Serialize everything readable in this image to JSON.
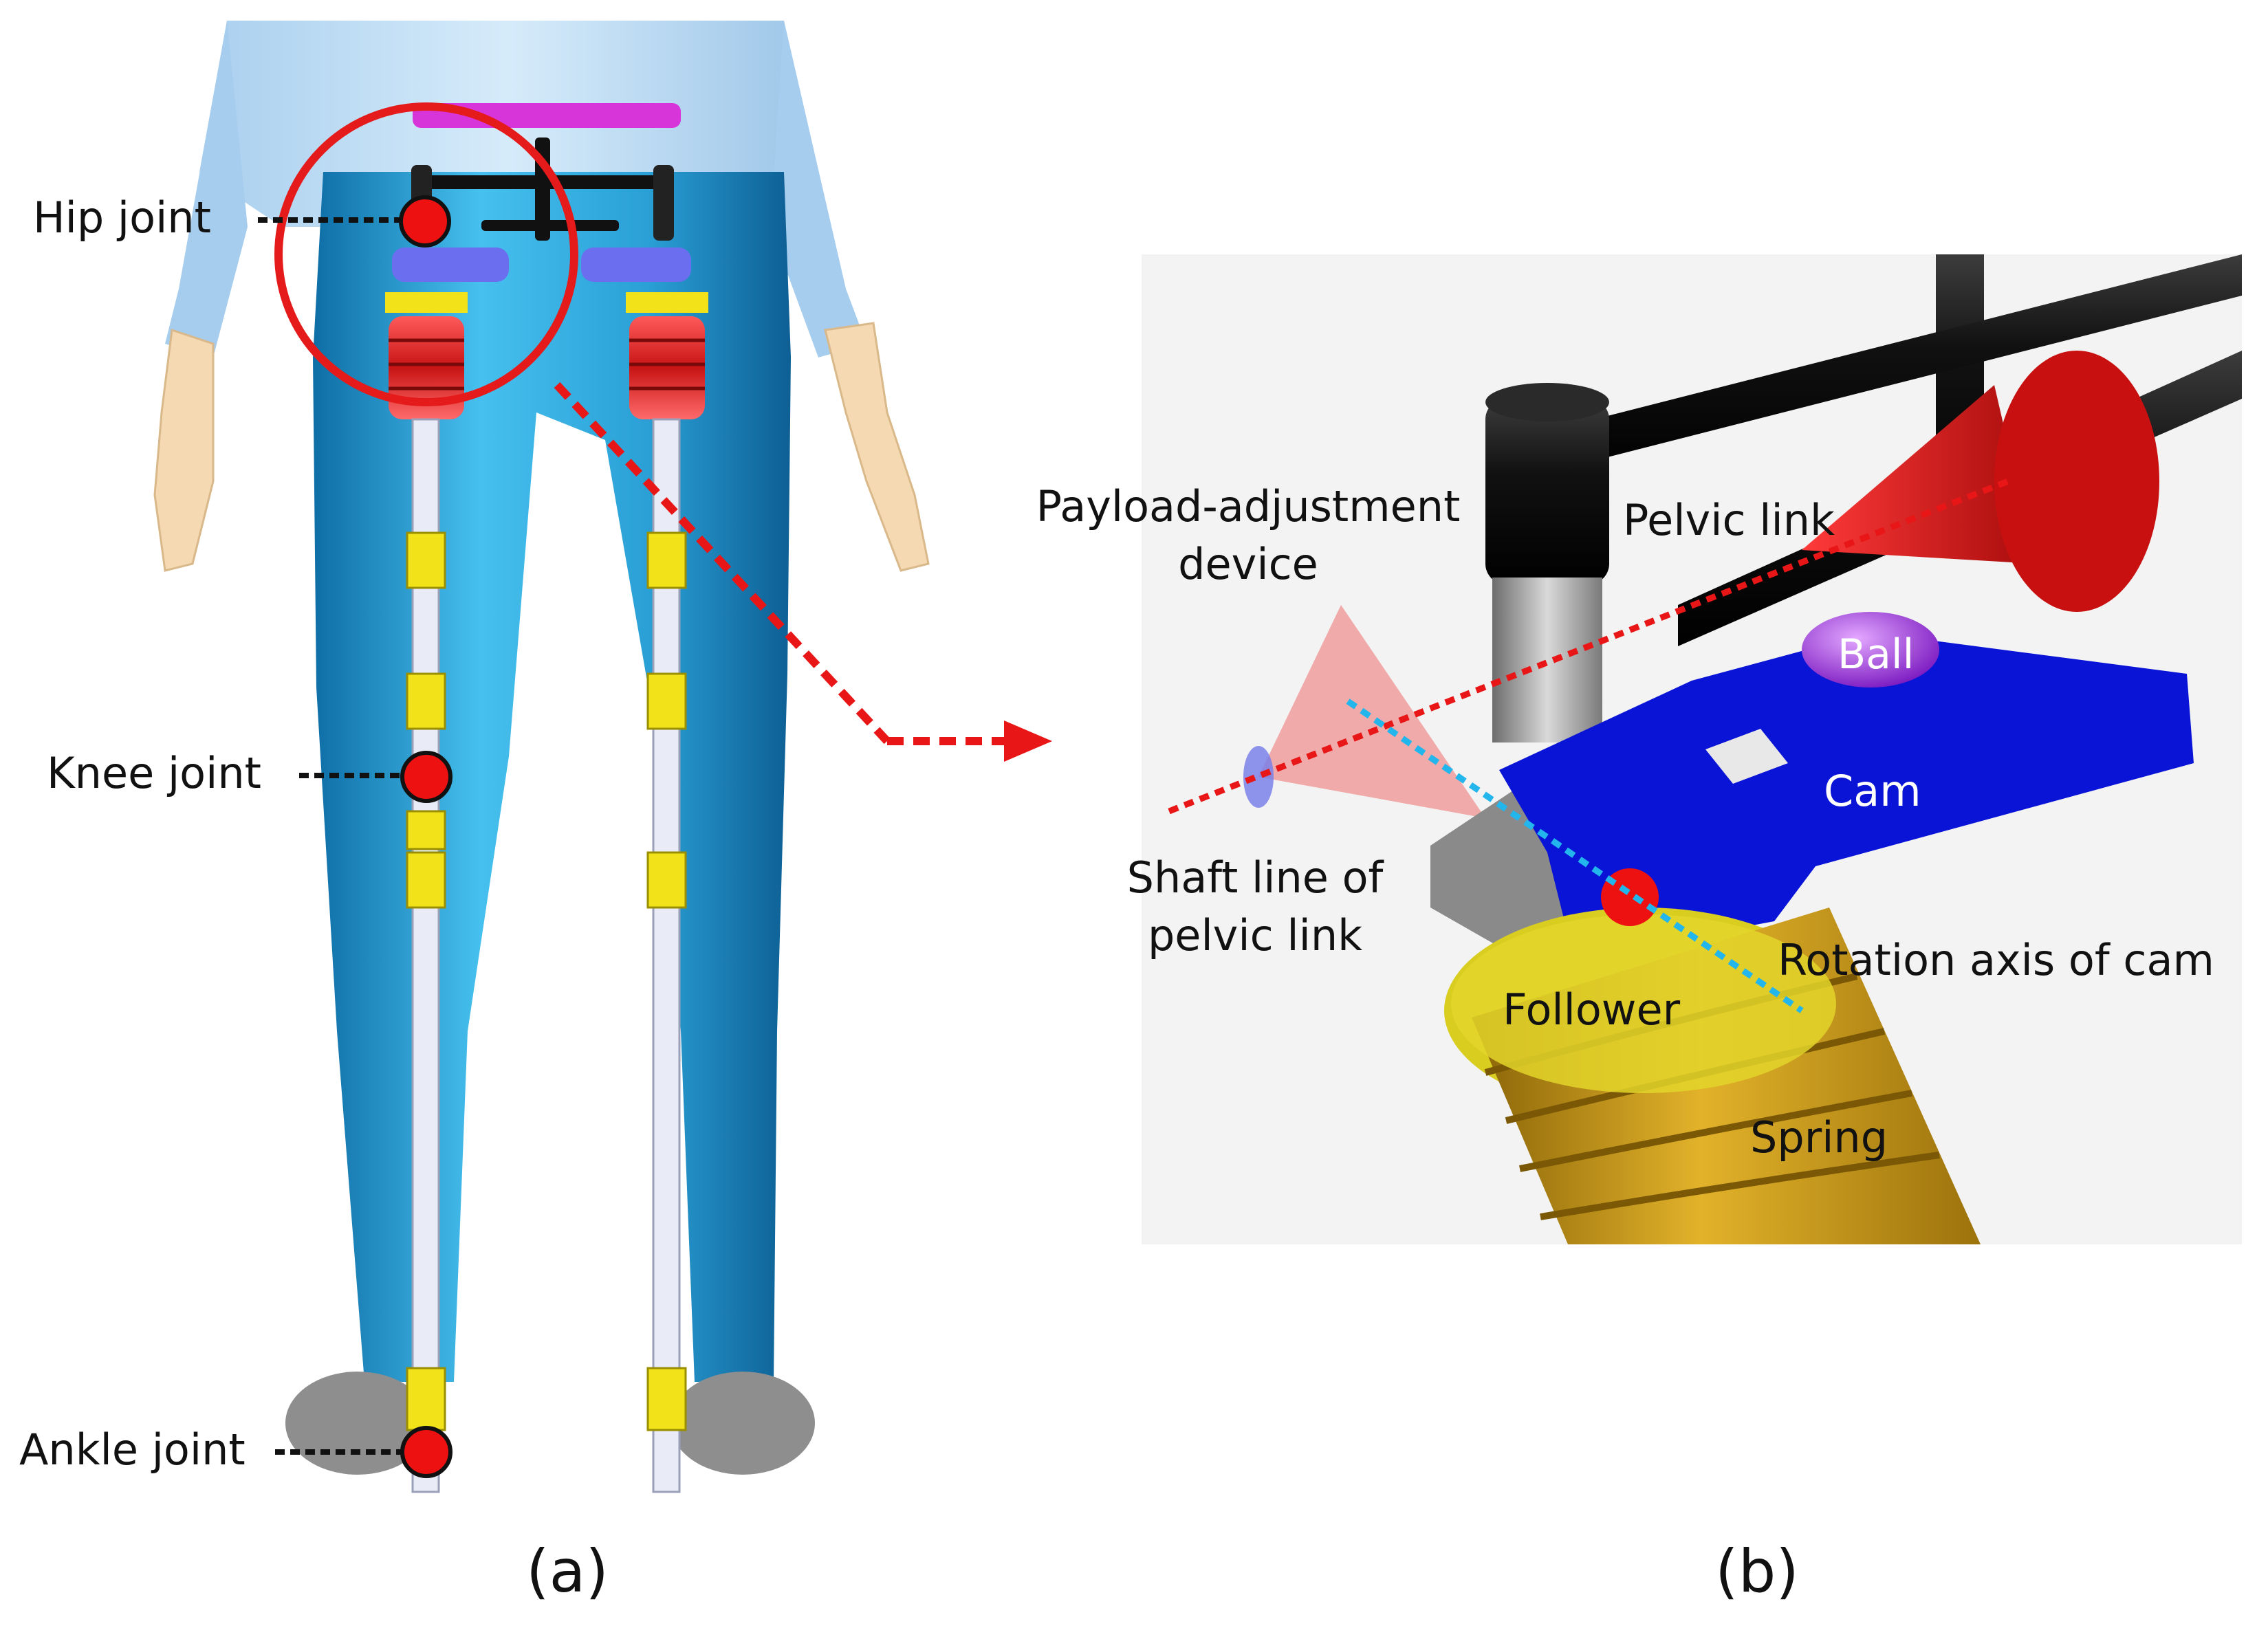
{
  "panel_a": {
    "caption": "(a)",
    "labels": {
      "hip": "Hip joint",
      "knee": "Knee joint",
      "ankle": "Ankle joint"
    }
  },
  "panel_b": {
    "caption": "(b)",
    "labels": {
      "payload_line1": "Payload-adjustment",
      "payload_line2": "device",
      "pelvic_link": "Pelvic link",
      "ball": "Ball",
      "cam": "Cam",
      "shaft_line1": "Shaft line of",
      "shaft_line2": "pelvic link",
      "rotation_axis": "Rotation axis of cam",
      "follower": "Follower",
      "spring": "Spring"
    }
  },
  "colors": {
    "joint_marker": "#ee1111",
    "highlight_circle": "#e51a1a",
    "leg_suit": "#2aa6dc",
    "upper_body": "#bcdcf2",
    "skin": "#f4d9b3",
    "spring_red": "#dd2222",
    "collar_yellow": "#f2e21a",
    "cam_blue": "#0a14d6",
    "ball_purple": "#9b2bd8",
    "shaft_line": "#e81616",
    "axis_line": "#22b6ec",
    "follower_yellow": "#d9cd20",
    "spring_gold": "#c99a18"
  }
}
